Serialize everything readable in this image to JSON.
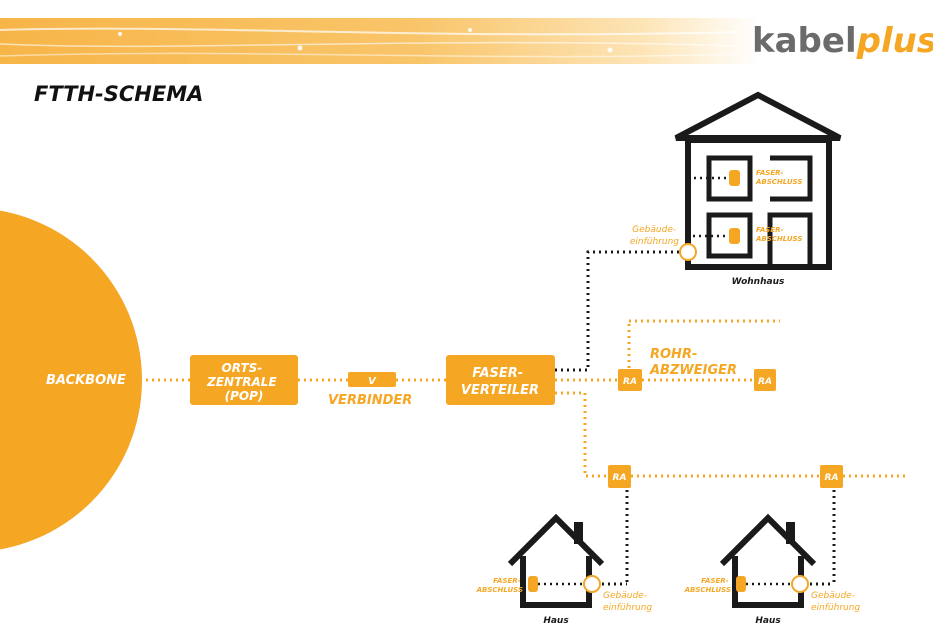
{
  "brand": {
    "part1": "kabel",
    "part2": "plus"
  },
  "title": "FTTH-SCHEMA",
  "nodes": {
    "backbone": "BACKBONE",
    "pop": [
      "ORTS-",
      "ZENTRALE",
      "(POP)"
    ],
    "connector_box": "V",
    "connector_label": "VERBINDER",
    "fiber_distributor": [
      "FASER-",
      "VERTEILER"
    ],
    "ra": "RA",
    "pipe_splitter": [
      "ROHR-",
      "ABZWEIGER"
    ]
  },
  "buildings": {
    "apartment": {
      "label": "Wohnhaus",
      "termination": [
        "FASER-",
        "ABSCHLUSS"
      ],
      "entry": [
        "Gebäude-",
        "einführung"
      ]
    },
    "house_left": {
      "label": "Haus",
      "termination": [
        "FASER-",
        "ABSCHLUSS"
      ],
      "entry": [
        "Gebäude-",
        "einführung"
      ]
    },
    "house_right": {
      "label": "Haus",
      "termination": [
        "FASER-",
        "ABSCHLUSS"
      ],
      "entry": [
        "Gebäude-",
        "einführung"
      ]
    }
  },
  "colors": {
    "accent": "#f5a623",
    "dark": "#1a1a1a",
    "brand_gray": "#6b6b6b"
  }
}
